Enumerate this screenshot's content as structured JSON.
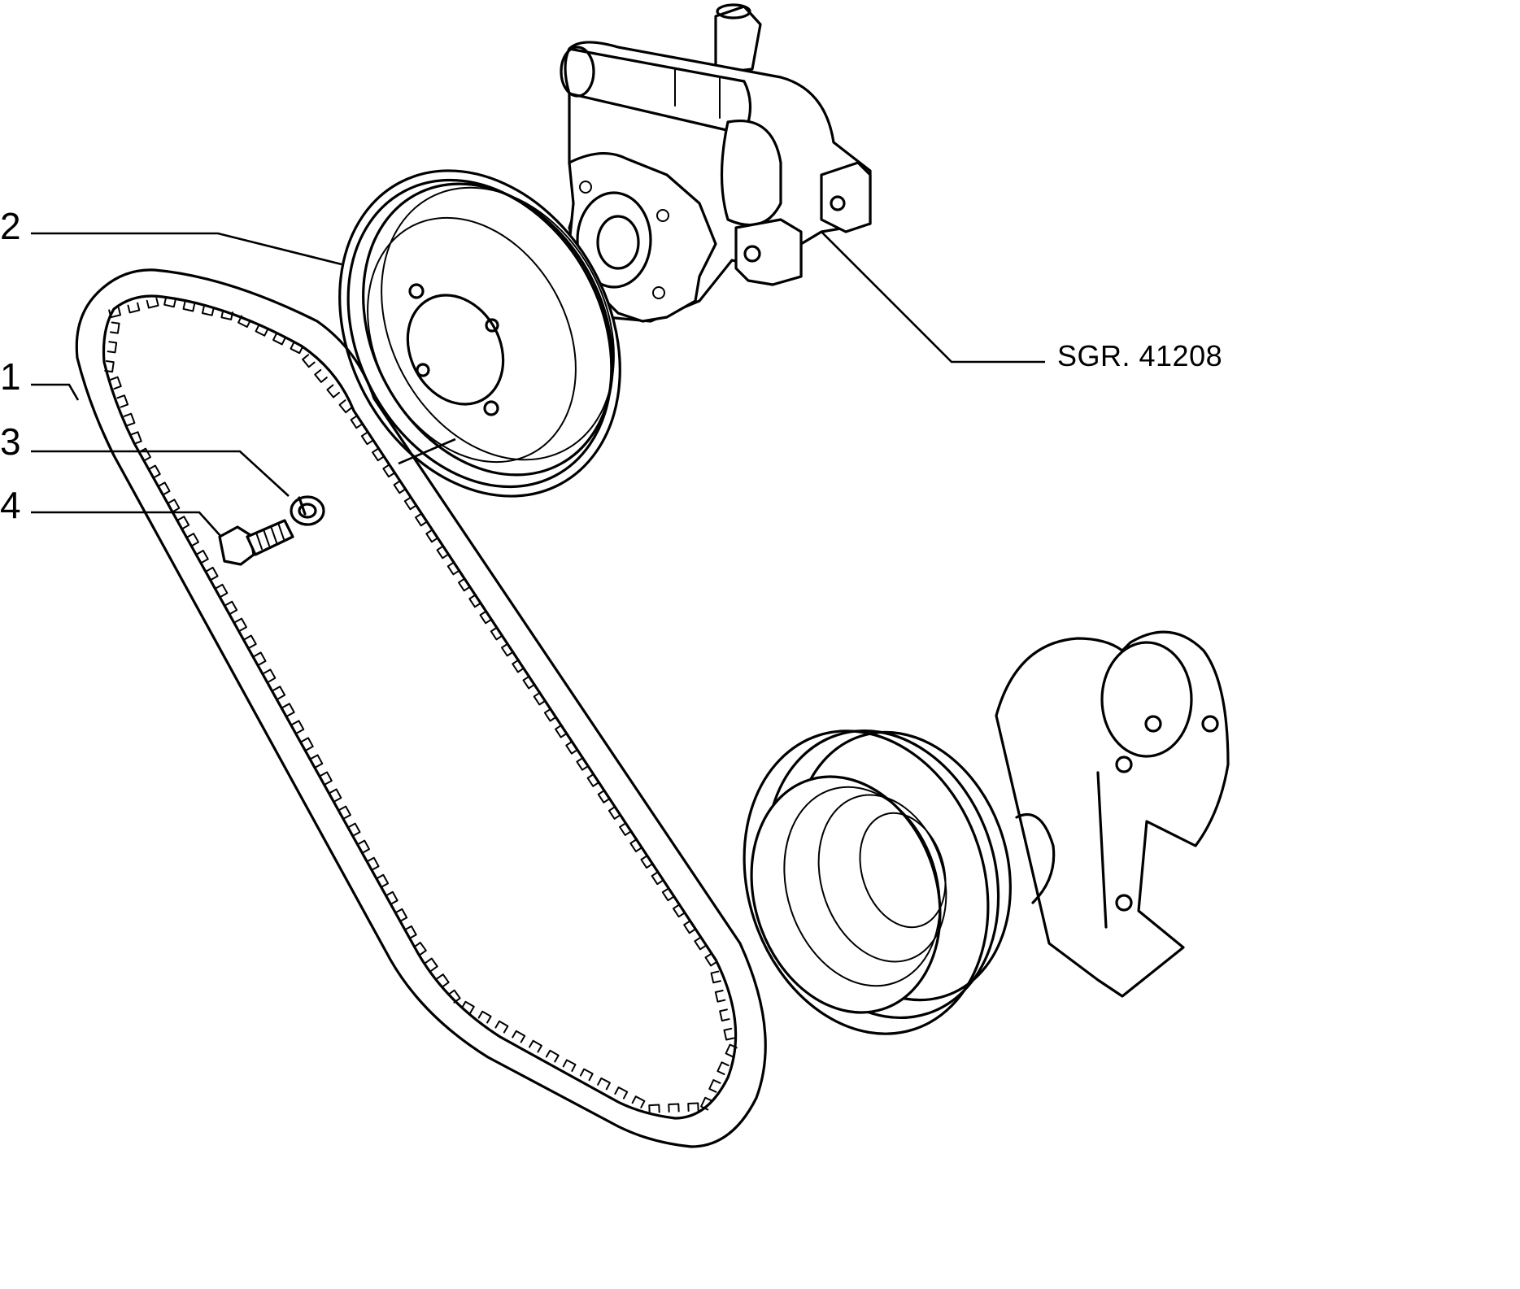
{
  "callouts": [
    {
      "id": "1",
      "label": "1"
    },
    {
      "id": "2",
      "label": "2"
    },
    {
      "id": "3",
      "label": "3"
    },
    {
      "id": "4",
      "label": "4"
    }
  ],
  "reference": {
    "label": "SGR. 41208"
  }
}
